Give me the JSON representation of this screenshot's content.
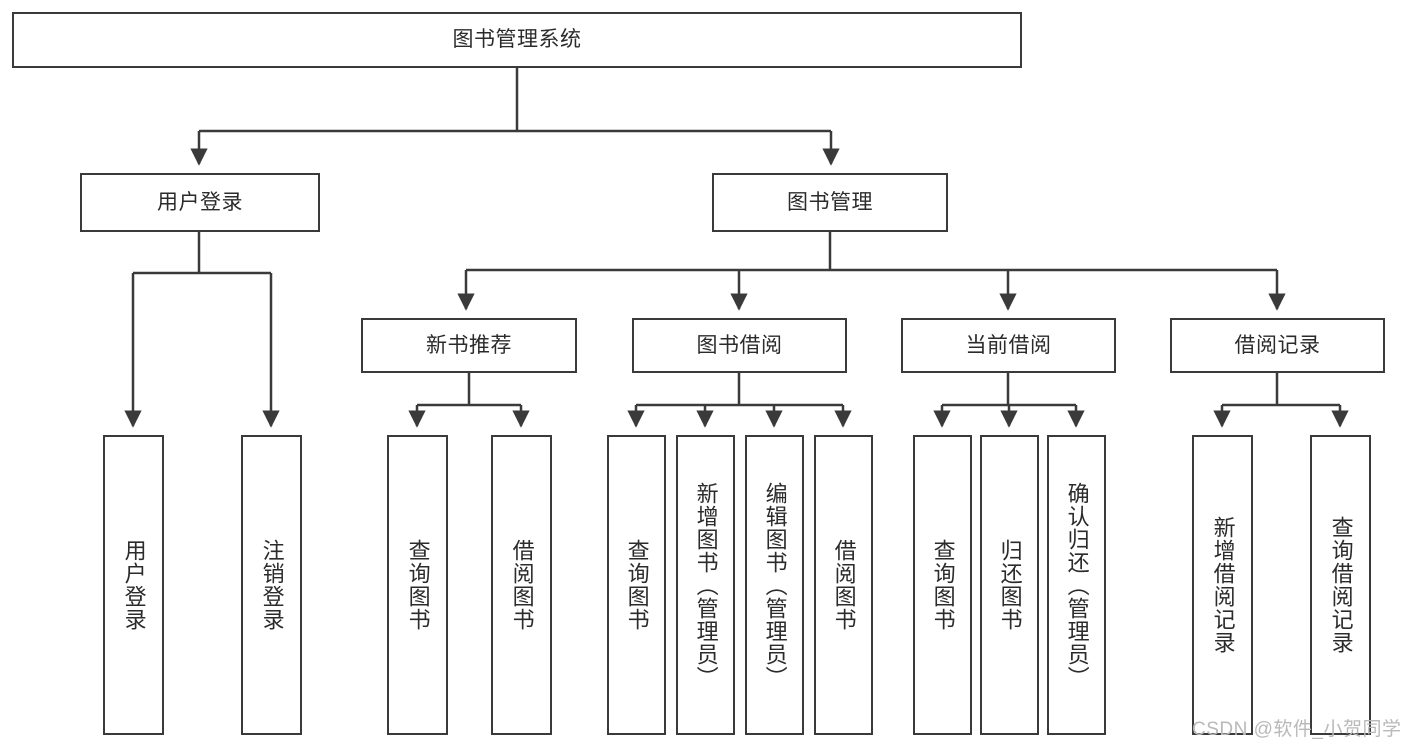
{
  "diagram": {
    "title": "图书管理系统",
    "type": "tree-hierarchy-chart",
    "background_color": "#ffffff",
    "border_color": "#3a3a3a",
    "text_color": "#2b2b2b",
    "watermark": "CSDN @软件_小贺同学",
    "watermark_color": "#b9b9b9"
  },
  "root": {
    "label": "图书管理系统"
  },
  "level2": [
    {
      "id": "user-login",
      "label": "用户登录"
    },
    {
      "id": "book-manage",
      "label": "图书管理"
    }
  ],
  "level3": [
    {
      "id": "new-book-recommend",
      "label": "新书推荐"
    },
    {
      "id": "book-borrow",
      "label": "图书借阅"
    },
    {
      "id": "current-borrow",
      "label": "当前借阅"
    },
    {
      "id": "borrow-record",
      "label": "借阅记录"
    }
  ],
  "leaves": [
    {
      "id": "leaf-user-login",
      "label": "用户登录",
      "parent": "user-login"
    },
    {
      "id": "leaf-user-logout",
      "label": "注销登录",
      "parent": "user-login"
    },
    {
      "id": "leaf-query-book-1",
      "label": "查询图书",
      "parent": "new-book-recommend"
    },
    {
      "id": "leaf-borrow-book-1",
      "label": "借阅图书",
      "parent": "new-book-recommend"
    },
    {
      "id": "leaf-query-book-2",
      "label": "查询图书",
      "parent": "book-borrow"
    },
    {
      "id": "leaf-add-book",
      "label": "新增图书（管理员）",
      "parent": "book-borrow"
    },
    {
      "id": "leaf-edit-book",
      "label": "编辑图书（管理员）",
      "parent": "book-borrow"
    },
    {
      "id": "leaf-borrow-book-2",
      "label": "借阅图书",
      "parent": "book-borrow"
    },
    {
      "id": "leaf-query-book-3",
      "label": "查询图书",
      "parent": "current-borrow"
    },
    {
      "id": "leaf-return-book",
      "label": "归还图书",
      "parent": "current-borrow"
    },
    {
      "id": "leaf-confirm-return",
      "label": "确认归还（管理员）",
      "parent": "current-borrow"
    },
    {
      "id": "leaf-add-record",
      "label": "新增借阅记录",
      "parent": "borrow-record"
    },
    {
      "id": "leaf-query-record",
      "label": "查询借阅记录",
      "parent": "borrow-record"
    }
  ]
}
